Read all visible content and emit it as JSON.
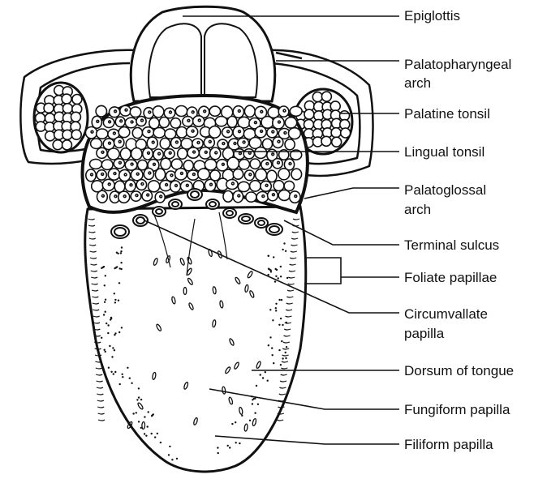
{
  "labels": {
    "epiglottis": "Epiglottis",
    "palatopharyngeal_arch": [
      "Palatopharyngeal",
      "arch"
    ],
    "palatine_tonsil": "Palatine tonsil",
    "lingual_tonsil": "Lingual tonsil",
    "palatoglossal_arch": [
      "Palatoglossal",
      "arch"
    ],
    "terminal_sulcus": "Terminal sulcus",
    "foliate_papillae": "Foliate papillae",
    "circumvallate_papilla": [
      "Circumvallate",
      "papilla"
    ],
    "dorsum_of_tongue": "Dorsum of tongue",
    "fungiform_papilla": "Fungiform papilla",
    "filiform_papilla": "Filiform papilla"
  },
  "colors": {
    "line": "#111111",
    "fill": "#ffffff"
  }
}
